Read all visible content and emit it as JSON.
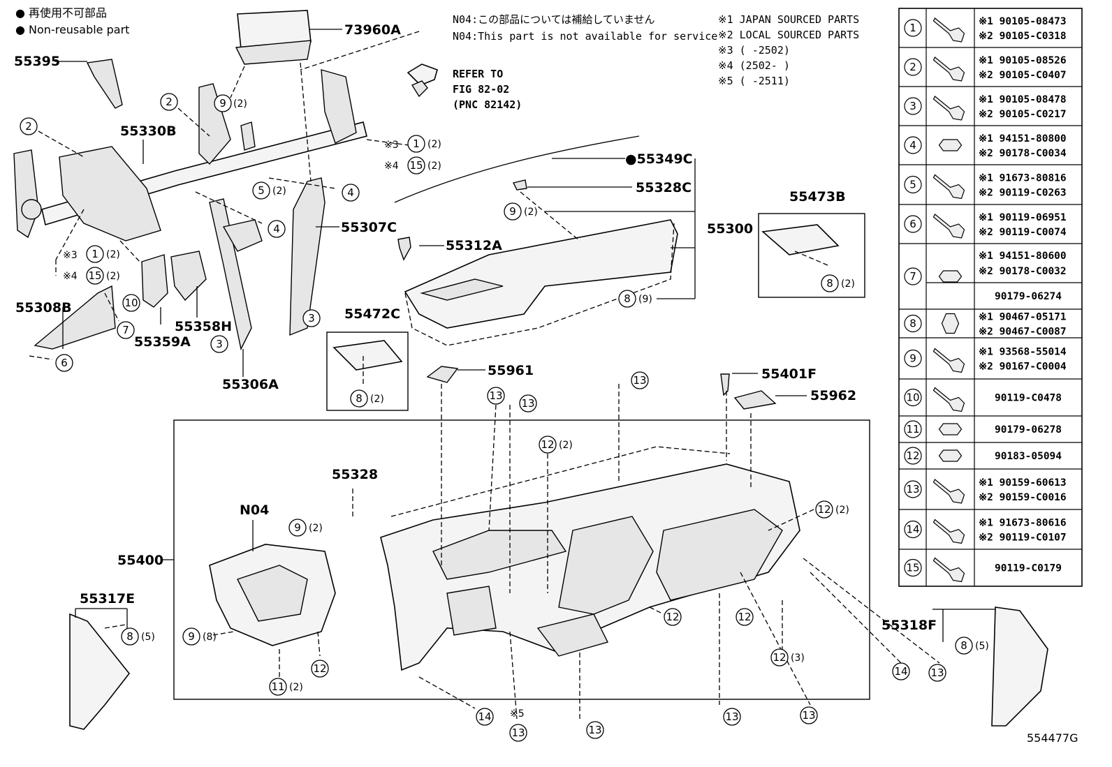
{
  "legend": {
    "line1": "● 再使用不可部品",
    "line2": "● Non-reusable part"
  },
  "notes": {
    "n04_jp": "N04:この部品については補給していません",
    "n04_en": "N04:This part is not available for service",
    "refer1": "REFER TO",
    "refer2": "FIG 82-02",
    "refer3": "(PNC 82142)",
    "src1": "※1 JAPAN SOURCED PARTS",
    "src2": "※2 LOCAL SOURCED PARTS",
    "src3": "※3 (   -2502)",
    "src4": "※4 (2502-   )",
    "src5": "※5 (     -2511)"
  },
  "parts": {
    "p55395": "55395",
    "p73960A": "73960A",
    "p55330B": "55330B",
    "p55307C": "55307C",
    "p55308B": "55308B",
    "p55359A": "55359A",
    "p55358H": "55358H",
    "p55306A": "55306A",
    "p55349C": "●55349C",
    "p55328C": "55328C",
    "p55300": "55300",
    "p55312A": "55312A",
    "p55473B": "55473B",
    "p55472C": "55472C",
    "p55961": "55961",
    "p55401F": "55401F",
    "p55962": "55962",
    "p55328": "55328",
    "pN04": "N04",
    "p55400": "55400",
    "p55317E": "55317E",
    "p55318F": "55318F",
    "figure_id": "554477G"
  },
  "qty": {
    "q2": "(2)",
    "q3": "(3)",
    "q5": "(5)",
    "q8": "(8)",
    "q9": "(9)",
    "mark3": "※3",
    "mark4": "※4",
    "mark5": "※5"
  },
  "table": [
    {
      "no": "1",
      "l1": "※1 90105-08473",
      "l2": "※2 90105-C0318"
    },
    {
      "no": "2",
      "l1": "※1 90105-08526",
      "l2": "※2 90105-C0407"
    },
    {
      "no": "3",
      "l1": "※1 90105-08478",
      "l2": "※2 90105-C0217"
    },
    {
      "no": "4",
      "l1": "※1 94151-80800",
      "l2": "※2 90178-C0034"
    },
    {
      "no": "5",
      "l1": "※1 91673-80816",
      "l2": "※2 90119-C0263"
    },
    {
      "no": "6",
      "l1": "※1 90119-06951",
      "l2": "※2 90119-C0074"
    },
    {
      "no": "7",
      "l1": "※1 94151-80600",
      "l2": "※2 90178-C0032",
      "l3": "90179-06274"
    },
    {
      "no": "8",
      "l1": "※1 90467-05171",
      "l2": "※2 90467-C0087"
    },
    {
      "no": "9",
      "l1": "※1 93568-55014",
      "l2": "※2 90167-C0004"
    },
    {
      "no": "10",
      "l1": "90119-C0478"
    },
    {
      "no": "11",
      "l1": "90179-06278"
    },
    {
      "no": "12",
      "l1": "90183-05094"
    },
    {
      "no": "13",
      "l1": "※1 90159-60613",
      "l2": "※2 90159-C0016"
    },
    {
      "no": "14",
      "l1": "※1 91673-80616",
      "l2": "※2 90119-C0107"
    },
    {
      "no": "15",
      "l1": "90119-C0179"
    }
  ]
}
